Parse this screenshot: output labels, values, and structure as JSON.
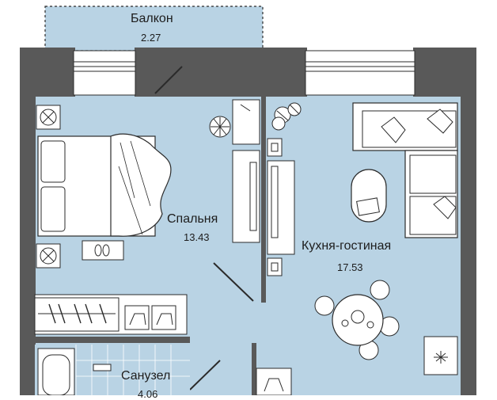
{
  "rooms": {
    "balcony": {
      "name": "Балкон",
      "area": "2.27"
    },
    "bedroom": {
      "name": "Спальня",
      "area": "13.43"
    },
    "living": {
      "name": "Кухня-гостиная",
      "area": "17.53"
    },
    "bathroom": {
      "name": "Санузел",
      "area": "4.06"
    }
  },
  "colors": {
    "floor": "#b9d3e4",
    "wall": "#595959",
    "furniture": "#ffffff",
    "line": "#2b2b2b"
  }
}
